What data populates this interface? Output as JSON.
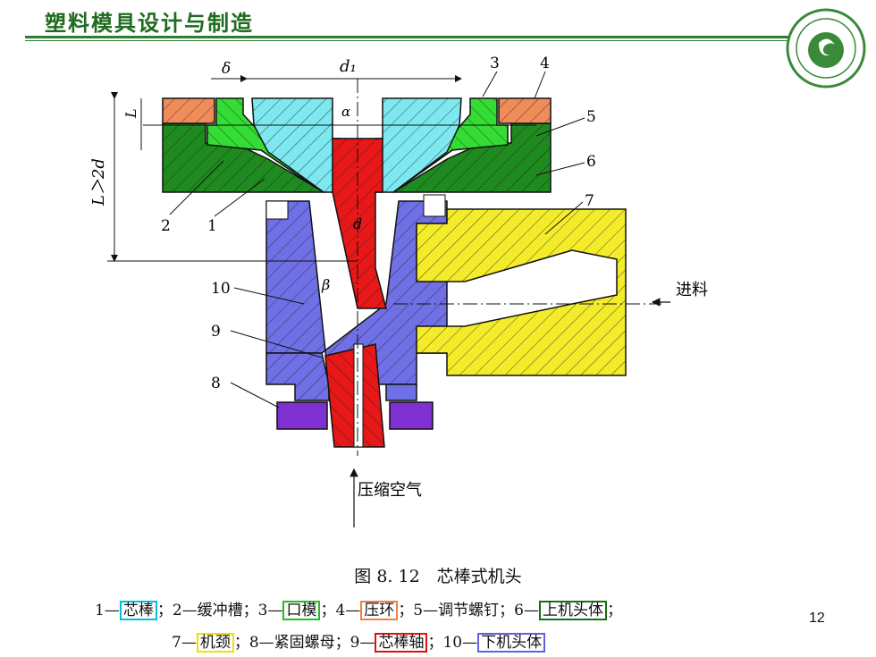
{
  "header": {
    "title": "塑料模具设计与制造"
  },
  "diagram": {
    "dims": {
      "delta": "δ",
      "d1": "d₁",
      "L": "L",
      "L2d": "L＞2d",
      "alpha": "α",
      "d": "d",
      "beta": "β"
    },
    "callouts": [
      "1",
      "2",
      "3",
      "4",
      "5",
      "6",
      "7",
      "8",
      "9",
      "10"
    ],
    "feed_label": "进料",
    "air_label": "压缩空气"
  },
  "caption": "图 8. 12　芯棒式机头",
  "legend": {
    "line1": [
      {
        "num": "1—",
        "name": "芯棒",
        "boxed": true,
        "color": "#00c0e0"
      },
      {
        "num": "；2—",
        "name": "缓冲槽",
        "boxed": false
      },
      {
        "num": "；3—",
        "name": "口模",
        "boxed": true,
        "color": "#20c020"
      },
      {
        "num": "；4—",
        "name": "压环",
        "boxed": true,
        "color": "#f08040"
      },
      {
        "num": "；5—",
        "name": "调节螺钉",
        "boxed": false
      },
      {
        "num": "；6—",
        "name": "上机头体",
        "boxed": true,
        "color": "#1a6e1a"
      },
      {
        "num": "；",
        "name": "",
        "boxed": false
      }
    ],
    "line2": [
      {
        "num": "7—",
        "name": "机颈",
        "boxed": true,
        "color": "#f0e000"
      },
      {
        "num": "；8—",
        "name": "紧固螺母",
        "boxed": false
      },
      {
        "num": "；9—",
        "name": "芯棒轴",
        "boxed": true,
        "color": "#e01010"
      },
      {
        "num": "；10—",
        "name": "下机头体",
        "boxed": true,
        "color": "#6060e0"
      }
    ]
  },
  "page_number": "12",
  "colors": {
    "mandrel": "#7ee8f0",
    "die": "#33dd33",
    "ring": "#f08c5a",
    "upper_body": "#1f8a1f",
    "neck": "#f4ec2a",
    "mandrel_shaft": "#e81818",
    "lower_body": "#7070e6",
    "nut": "#8030d0"
  }
}
